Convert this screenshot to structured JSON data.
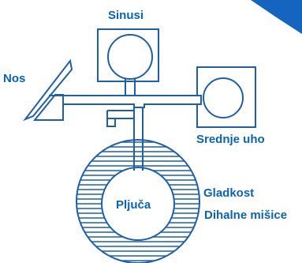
{
  "diagram": {
    "labels": {
      "sinuses": "Sinusi",
      "nose": "Nos",
      "middle_ear": "Srednje uho",
      "lungs": "Pljuča",
      "smooth_line1": "Gladkost",
      "smooth_line2": "Dihalne mišice"
    },
    "colors": {
      "line": "#1f5fa8",
      "text": "#0b63b5",
      "accent": "#1565c0"
    }
  }
}
